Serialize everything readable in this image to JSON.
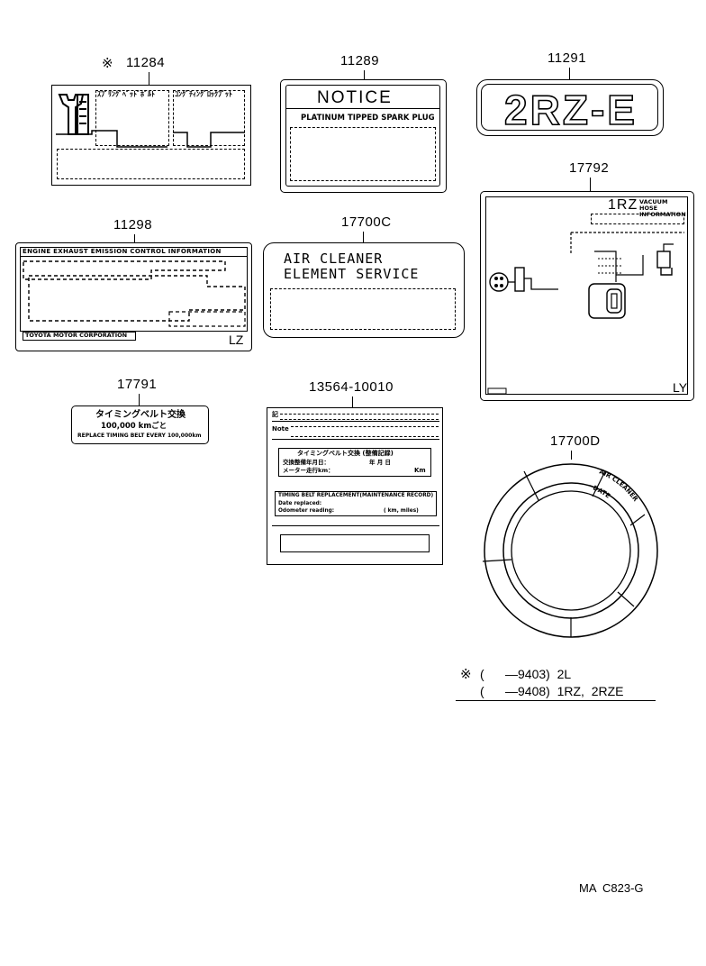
{
  "parts": {
    "p11284": "11284",
    "p11284_mark": "※",
    "p11289": "11289",
    "p11291": "11291",
    "p17792": "17792",
    "p11298": "11298",
    "p17700C": "17700C",
    "p17791": "17791",
    "p13564": "13564-10010",
    "p17700D": "17700D"
  },
  "label_11284": {
    "left_text": "ｽﾌﾟﾘﾝｸﾞﾍﾟｯﾄﾞﾎﾞﾙﾄ",
    "right_text": "ｺﾝｸﾞﾁｨﾝｸﾞﾛｯｸﾌﾟｯﾄ"
  },
  "label_11289": {
    "heading": "NOTICE",
    "sub": "PLATINUM TIPPED SPARK PLUG"
  },
  "label_11291": {
    "text": "2RZ-E"
  },
  "label_17792": {
    "engine": "1RZ",
    "info": "VACUUM HOSE INFORMATION",
    "code": "LY"
  },
  "label_11298": {
    "title": "ENGINE  EXHAUST  EMISSION  CONTROL  INFORMATION",
    "maker": "TOYOTA MOTOR CORPORATION",
    "code": "LZ"
  },
  "label_17700C": {
    "line1": "AIR CLEANER",
    "line2": "ELEMENT SERVICE"
  },
  "label_17791": {
    "line1": "タイミングベルト交換",
    "line2": "100,000 kmごと",
    "line3": "REPLACE TIMING BELT EVERY 100,000km"
  },
  "label_13564": {
    "row1": "記",
    "row2": "Note",
    "jp_title": "タイミングベルト交換 (整備記録)",
    "jp_date": "交換整備年月日：",
    "jp_date_units": "年   月   日",
    "jp_meter": "メーター走行km：",
    "jp_km": "Km",
    "en_title": "TIMING BELT REPLACEMENT(MAINTENANCE RECORD)",
    "en_date": "Date replaced:",
    "en_odo": "Odometer reading:",
    "en_units": "(  km, miles)"
  },
  "label_17700D": {
    "arc1": "AIR CLEANER",
    "arc2": "DATE"
  },
  "note": {
    "mark": "※",
    "line1": "(      —9403)  2L",
    "line2": "(      —9408)  1RZ,  2RZE"
  },
  "footer": {
    "code": "MA  C823-G"
  }
}
